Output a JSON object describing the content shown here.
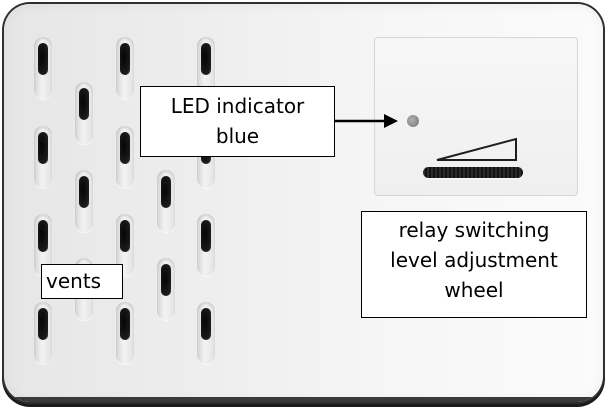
{
  "labels": {
    "led": [
      "LED indicator",
      "blue"
    ],
    "relay": [
      "relay switching",
      "level adjustment",
      "wheel"
    ],
    "vents": "vents"
  },
  "icons": {
    "arrow": "arrow-right-icon",
    "level_ramp": "level-ramp-icon"
  },
  "colors": {
    "led_indicator": "#8c8c8c",
    "device_body": "#eeeeee",
    "label_border": "#000000"
  }
}
